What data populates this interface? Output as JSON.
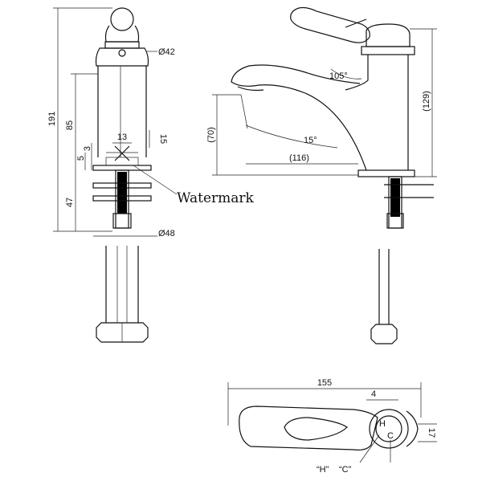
{
  "watermark": "Watermark",
  "front_view": {
    "overall_height": "191",
    "upper_height": "85",
    "lower_height": "47",
    "small_dim_5": "5",
    "small_dim_3": "3",
    "cartridge_width": "13",
    "cartridge_height": "15",
    "body_diameter": "Ø42",
    "base_diameter": "Ø48"
  },
  "side_view": {
    "handle_angle": "105°",
    "spout_angle": "15°",
    "spout_height": "(70)",
    "spout_reach": "(116)",
    "body_height": "(129)"
  },
  "top_view": {
    "overall_length": "155",
    "offset": "4",
    "width": "17",
    "hot_label": "“H”",
    "cold_label": "“C”",
    "hot_mark": "H",
    "cold_mark": "C"
  }
}
